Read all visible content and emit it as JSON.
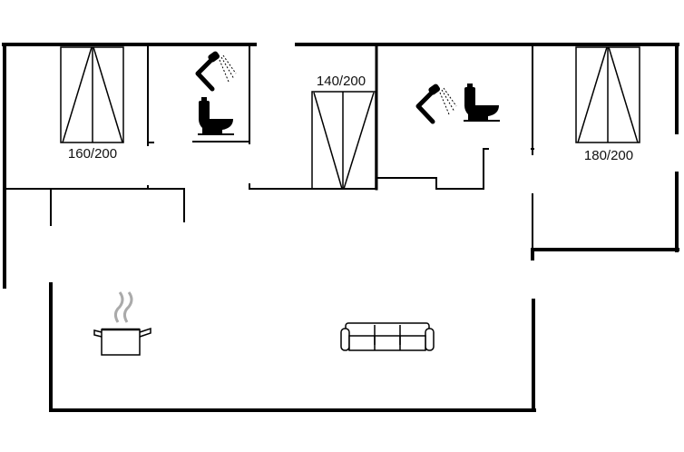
{
  "bed_labels": {
    "bed1": "160/200",
    "bed2": "140/200",
    "bed3": "180/200"
  },
  "colors": {
    "wall": "#000000",
    "background": "#ffffff"
  },
  "icons": [
    "bed-icon",
    "shower-icon",
    "toilet-icon",
    "cooking-pot-icon",
    "sofa-icon"
  ]
}
